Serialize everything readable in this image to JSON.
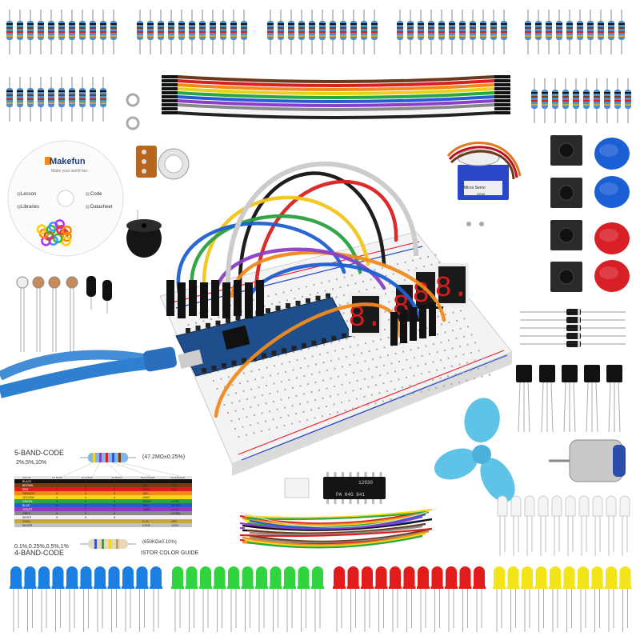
{
  "cd": {
    "brand": "Makefun",
    "tagline": "Make your world fun",
    "items": [
      "Lesson",
      "Code",
      "Libraries",
      "Datasheet"
    ]
  },
  "color_guide": {
    "title_5band": "5-BAND-CODE",
    "tolerance_5band": "2%,5%,10%",
    "example_5band": "(47.2MΩ±0.25%)",
    "header": [
      "COLOR",
      "1st BAND",
      "2nd BAND",
      "3rd BAND",
      "MULTIPLIER",
      "TOLERANCE"
    ],
    "rows": [
      {
        "name": "BLACK",
        "color": "#111111",
        "cells": [
          "0",
          "0",
          "0",
          "1Ω",
          ""
        ]
      },
      {
        "name": "BROWN",
        "color": "#7a3b12",
        "cells": [
          "1",
          "1",
          "1",
          "10Ω",
          "±1%"
        ]
      },
      {
        "name": "RED",
        "color": "#d92020",
        "cells": [
          "2",
          "2",
          "2",
          "100Ω",
          "±2%"
        ]
      },
      {
        "name": "ORANGE",
        "color": "#f08a1c",
        "cells": [
          "3",
          "3",
          "3",
          "1KΩ",
          ""
        ]
      },
      {
        "name": "YELLOW",
        "color": "#f5d61b",
        "cells": [
          "4",
          "4",
          "4",
          "10KΩ",
          ""
        ]
      },
      {
        "name": "GREEN",
        "color": "#27a844",
        "cells": [
          "5",
          "5",
          "5",
          "100KΩ",
          "±0.5%"
        ]
      },
      {
        "name": "BLUE",
        "color": "#2a5bd7",
        "cells": [
          "6",
          "6",
          "6",
          "1MΩ",
          "±0.25%"
        ]
      },
      {
        "name": "VIOLET",
        "color": "#8b3fc7",
        "cells": [
          "7",
          "7",
          "7",
          "10MΩ",
          "±0.1%"
        ]
      },
      {
        "name": "GREY",
        "color": "#8a8a8a",
        "cells": [
          "8",
          "8",
          "8",
          "",
          "±0.05%"
        ]
      },
      {
        "name": "WHITE",
        "color": "#f2f2f2",
        "cells": [
          "9",
          "9",
          "9",
          "",
          ""
        ]
      },
      {
        "name": "GOLD",
        "color": "#c9a642",
        "cells": [
          "",
          "",
          "",
          "0.1Ω",
          "±5%"
        ]
      },
      {
        "name": "SILVER",
        "color": "#c0c0c0",
        "cells": [
          "",
          "",
          "",
          "0.01Ω",
          "±10%"
        ]
      }
    ],
    "title_4band": "4-BAND-CODE",
    "tolerance_4band": "0.1%,0.25%,0.5%,1%",
    "example_4band": "(650KΩ±0.10%)",
    "caption": "ISTOR COLOR GUIDE"
  },
  "servo": {
    "label": "Micro Servo",
    "model": "SG90"
  },
  "ic": {
    "code": "12930",
    "line2": "PA H4G 641"
  },
  "display_digits": [
    "8.",
    "8.",
    "8.",
    "8."
  ],
  "palette": {
    "board_white": "#f1f1f1",
    "nano_blue": "#1f4e8c",
    "cable_blue": "#2f7fd1",
    "led_blue": "#1a7fe0",
    "led_green": "#2fd43f",
    "led_red": "#e21b1b",
    "led_yellow": "#f3e41a",
    "cap_blue": "#1b5fd6",
    "cap_red": "#d81f26",
    "fan_blue": "#5fc3e8",
    "resistor_body": "#4f8fc9"
  },
  "icons": [
    "cd-disc",
    "resistor",
    "jumper-wire",
    "breadboard",
    "arduino-nano",
    "seven-segment",
    "potentiometer",
    "buzzer",
    "servo",
    "push-button",
    "button-cap",
    "diode",
    "transistor",
    "fan-propeller",
    "dc-motor",
    "ic-chip",
    "led",
    "photoresistor",
    "usb-cable"
  ]
}
